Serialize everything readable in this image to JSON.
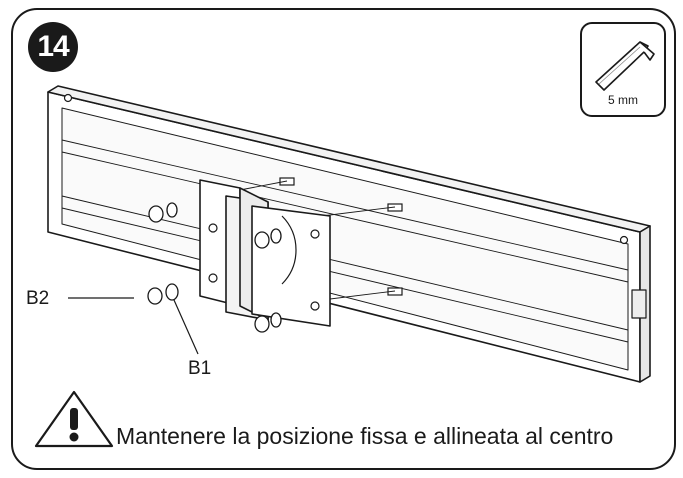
{
  "step": {
    "number": "14"
  },
  "tool": {
    "icon": "hex-key-icon",
    "size_label": "5 mm"
  },
  "callouts": {
    "b1": "B1",
    "b2": "B2"
  },
  "warning": {
    "icon": "warning-triangle-icon",
    "text": "Mantenere la posizione fissa e allineata al centro"
  }
}
